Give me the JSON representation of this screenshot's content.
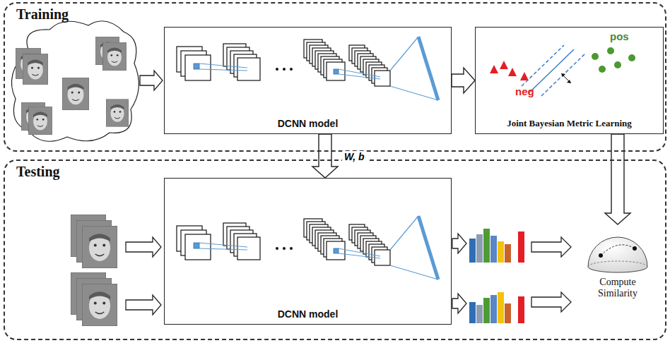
{
  "diagram": {
    "nodes": [
      {
        "text": [
          "Training"
        ]
      },
      {
        "text": [
          "Testing"
        ]
      },
      {
        "text": [
          "DCNN model"
        ],
        "in": 0
      },
      {
        "text": [
          "pos",
          "neg",
          "Joint Bayesian Metric Learning"
        ],
        "in": 0
      },
      {
        "text": [
          "DCNN model"
        ],
        "in": 1
      },
      {
        "text": [
          "Compute Similarity"
        ],
        "in": 1
      }
    ],
    "edges": [
      {
        "from": 2,
        "to": 3,
        "arrow": "to"
      },
      {
        "from": 2,
        "to": 4,
        "arrow": "to",
        "label": "W, b"
      },
      {
        "from": 3,
        "to": 5,
        "arrow": "to"
      }
    ]
  }
}
